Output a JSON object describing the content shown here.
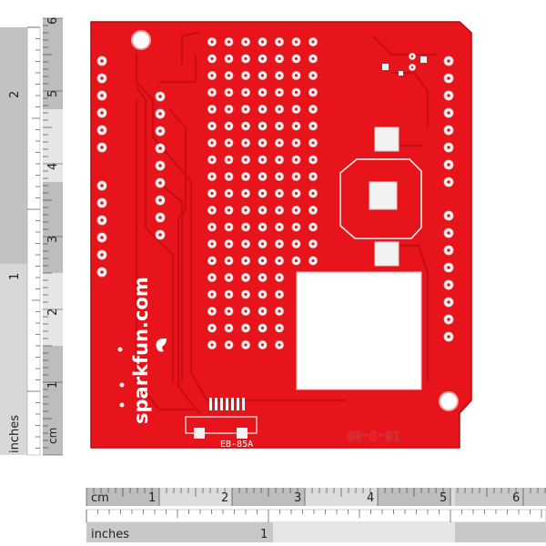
{
  "rulers": {
    "cm_label": "cm",
    "inches_label": "inches",
    "bottom_cm_numbers": [
      "1",
      "2",
      "3",
      "4",
      "5",
      "6"
    ],
    "bottom_inch_numbers": [
      "1"
    ],
    "left_cm_numbers": [
      "1",
      "2",
      "3",
      "4",
      "5",
      "6"
    ],
    "left_inch_numbers": [
      "1",
      "2"
    ]
  },
  "board": {
    "brand": "sparkfun.com",
    "part_label": "EB-85A",
    "date_code": "10-9-09"
  },
  "colors": {
    "pcb": "#e8141b",
    "pcb_edge": "#c40a10",
    "trace": "#c80d13",
    "silkscreen": "#ffffff",
    "ruler_dark": "#bfbfbf",
    "ruler_light": "#e6e6e6"
  }
}
